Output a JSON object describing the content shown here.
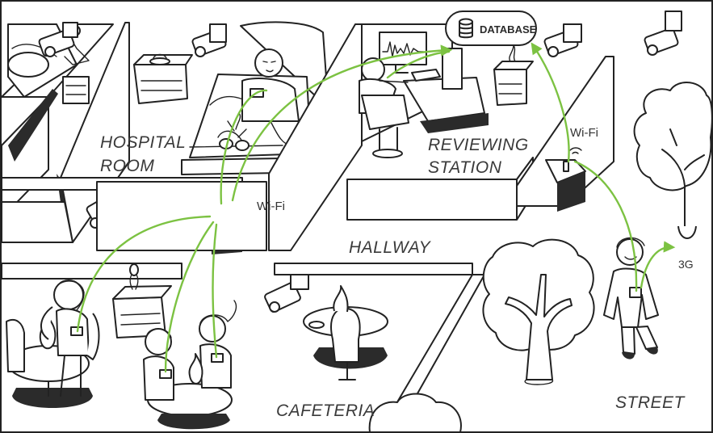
{
  "labels": {
    "hospital_room_line1": "HOSPITAL",
    "hospital_room_line2": "ROOM",
    "reviewing_station_line1": "REVIEWING",
    "reviewing_station_line2": "STATION",
    "hallway": "HALLWAY",
    "cafeteria": "CAFETERIA",
    "street": "STREET",
    "database": "DATABASE",
    "wifi_hallway": "Wi-Fi",
    "wifi_station": "Wi-Fi",
    "cellular": "3G"
  },
  "colors": {
    "link_green": "#7cc242",
    "outline": "#222222",
    "shadow": "#2b2b2b"
  }
}
